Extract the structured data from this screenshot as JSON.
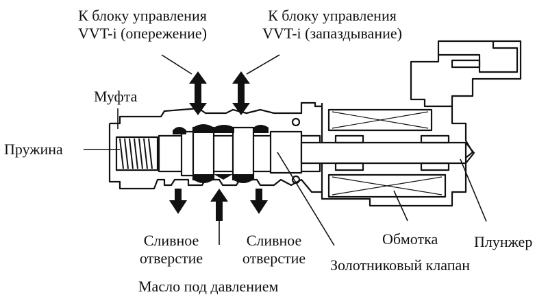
{
  "diagram": {
    "title": "Клапан управления VVT-i",
    "colors": {
      "line": "#111111",
      "background": "#ffffff"
    },
    "labels": {
      "advance_port": [
        "К блоку управления",
        "VVT-i (опережение)"
      ],
      "retard_port": [
        "К блоку управления",
        "VVT-i (запаздывание)"
      ],
      "sleeve": "Муфта",
      "spring": "Пружина",
      "drain_left": [
        "Сливное",
        "отверстие"
      ],
      "drain_right": [
        "Сливное",
        "отверстие"
      ],
      "pressure_oil": "Масло под давлением",
      "spool_valve": "Золотниковый клапан",
      "coil": "Обмотка",
      "plunger": "Плунжер"
    },
    "flow_arrows": [
      {
        "id": "advance",
        "direction": "bidirectional"
      },
      {
        "id": "retard",
        "direction": "bidirectional"
      },
      {
        "id": "drain-left",
        "direction": "down"
      },
      {
        "id": "pressure-in",
        "direction": "up"
      },
      {
        "id": "drain-right",
        "direction": "down"
      }
    ]
  }
}
